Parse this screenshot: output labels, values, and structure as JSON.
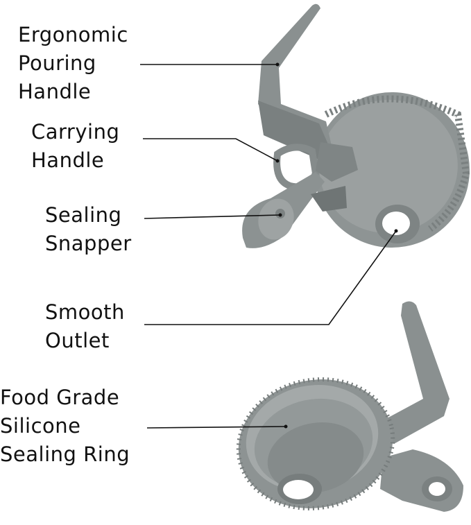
{
  "labels": {
    "pouring_handle": [
      "Ergonomic",
      "Pouring",
      "Handle"
    ],
    "carrying_handle": [
      "Carrying",
      "Handle"
    ],
    "sealing_snapper": [
      "Sealing",
      "Snapper"
    ],
    "smooth_outlet": [
      "Smooth",
      "Outlet"
    ],
    "silicone_ring": [
      "Food Grade",
      "Silicone",
      "Sealing Ring"
    ]
  },
  "colors": {
    "product_gray": "#8a9090",
    "product_dark": "#6f7575",
    "product_light": "#a9aeae",
    "leader_line": "#111111",
    "text": "#111111"
  }
}
